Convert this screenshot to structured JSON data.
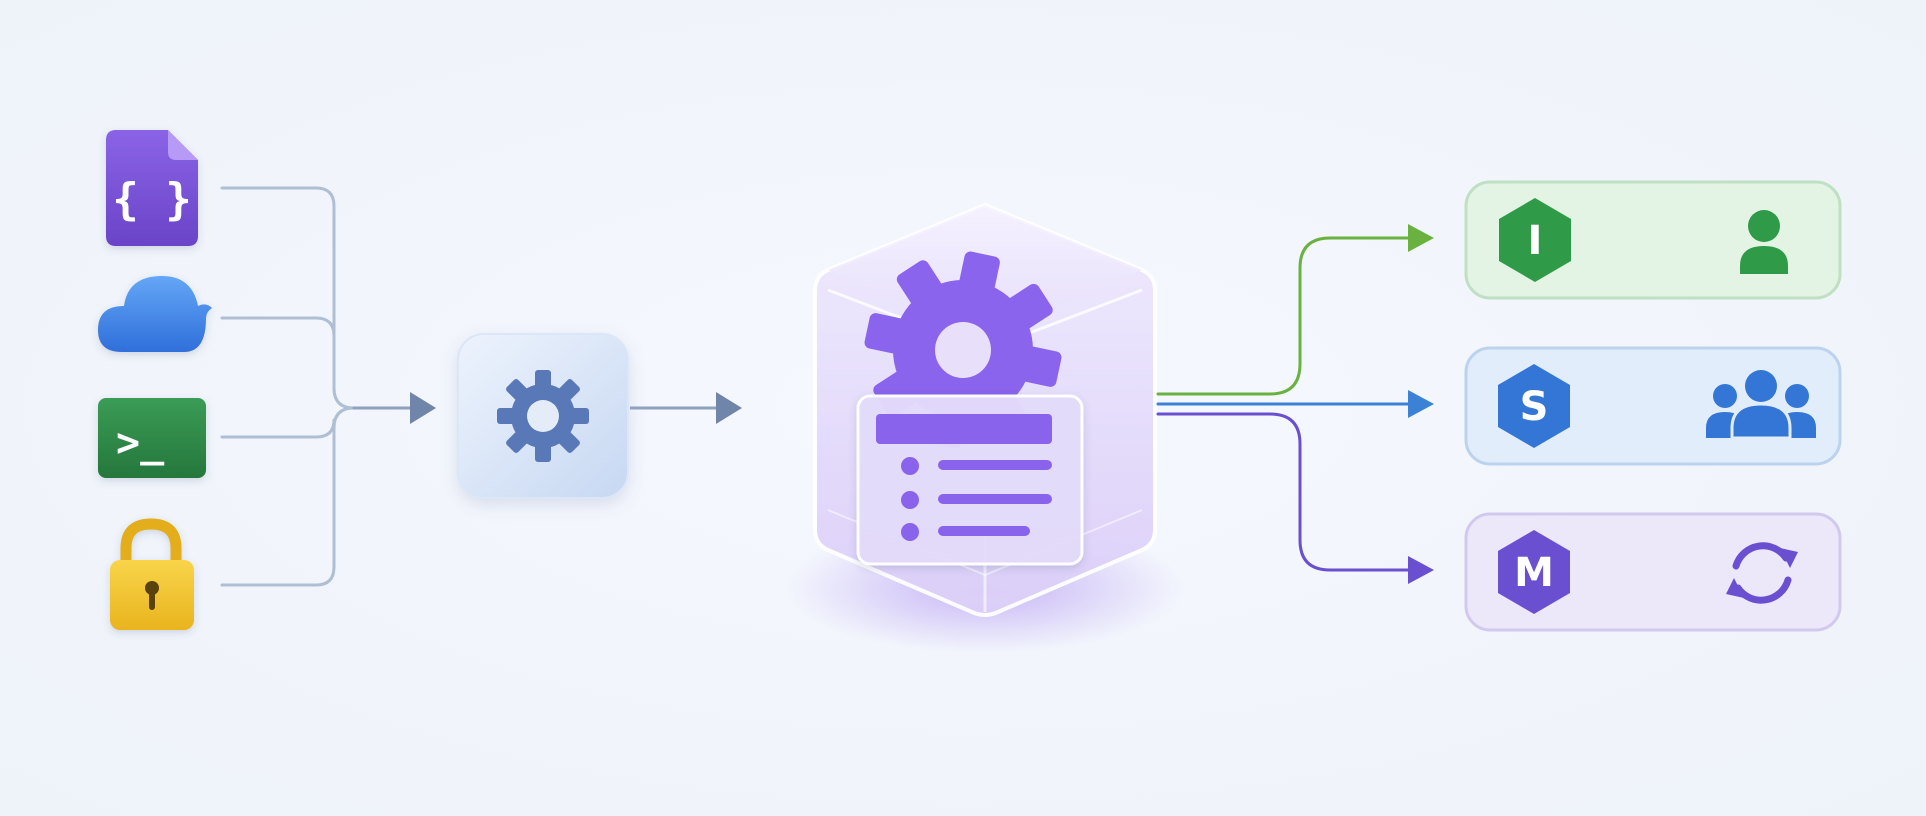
{
  "inputs": [
    {
      "icon": "json-file-icon",
      "glyph": "{ }",
      "color": "#7b55d6"
    },
    {
      "icon": "cloud-icon",
      "color": "#3f7fe4"
    },
    {
      "icon": "terminal-icon",
      "glyph": ">_",
      "color": "#2f8a48"
    },
    {
      "icon": "lock-icon",
      "color": "#f2c230"
    }
  ],
  "processor": {
    "icon": "gear-icon",
    "color": "#5878b8"
  },
  "core": {
    "icons": [
      "purple-gear-icon",
      "document-list-icon"
    ],
    "color": "#8a64ec"
  },
  "outputs": [
    {
      "badge": "I",
      "badge_color": "#2f9a48",
      "icon": "user-icon",
      "color": "#2f9a48",
      "panel_bg": "#e3f4e4",
      "panel_border": "#bfe0c3"
    },
    {
      "badge": "S",
      "badge_color": "#3376d6",
      "icon": "users-group-icon",
      "color": "#3376d6",
      "panel_bg": "#e1edfb",
      "panel_border": "#bcd3ef"
    },
    {
      "badge": "M",
      "badge_color": "#6a4fd0",
      "icon": "sync-icon",
      "color": "#6a4fd0",
      "panel_bg": "#ece7f9",
      "panel_border": "#d3c9ef"
    }
  ]
}
